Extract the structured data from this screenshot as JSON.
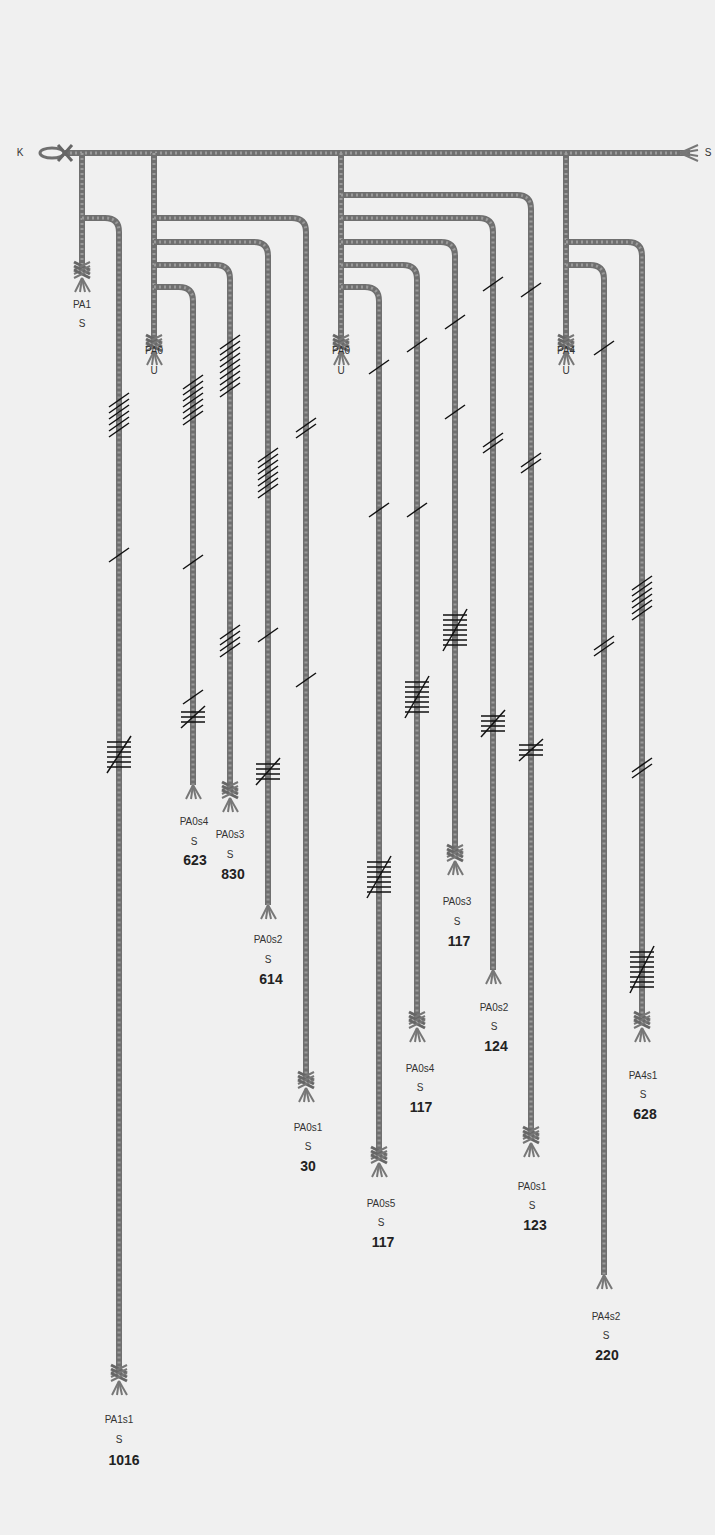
{
  "diagram": {
    "labels": [
      "K",
      "S",
      "PA1",
      "S",
      "PA1s1",
      "S",
      "1016",
      "PA0",
      "U",
      "PA0s4",
      "S",
      "623",
      "PA0s3",
      "S",
      "830",
      "PA0s2",
      "S",
      "614",
      "PA0s1",
      "S",
      "30",
      "PA0",
      "U",
      "PA0s5",
      "S",
      "117",
      "PA0s4",
      "S",
      "117",
      "PA0s3",
      "S",
      "117",
      "PA0s2",
      "S",
      "124",
      "PA0s1",
      "S",
      "123",
      "PA4",
      "U",
      "PA4s2",
      "S",
      "220",
      "PA4s1",
      "S",
      "628"
    ]
  }
}
